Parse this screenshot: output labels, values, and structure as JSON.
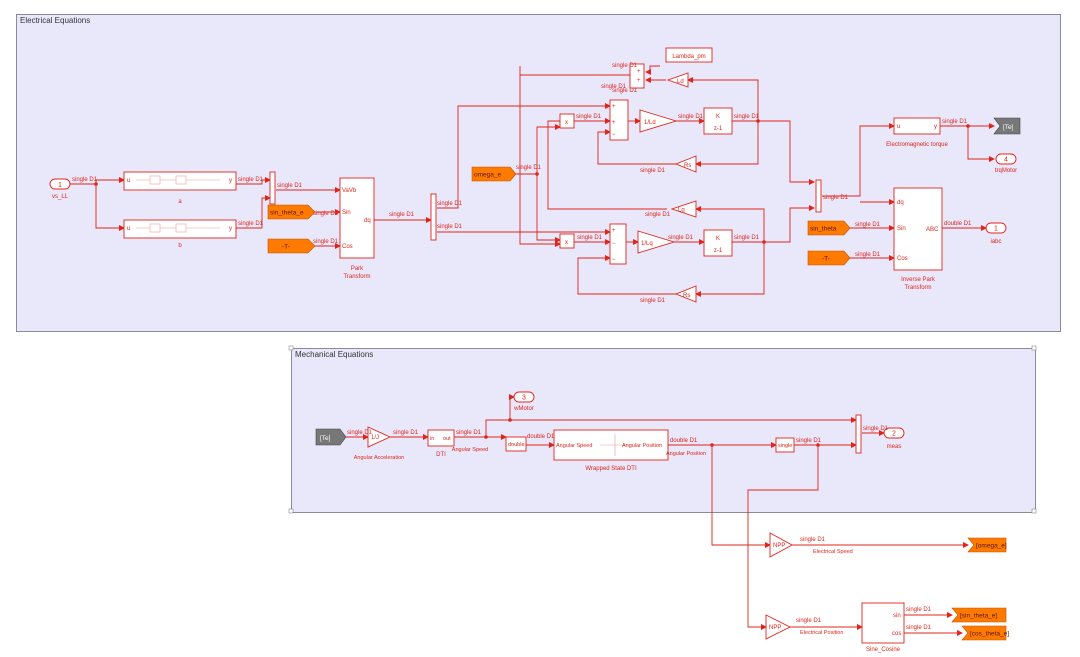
{
  "subsystems": {
    "electrical": {
      "title": "Electrical Equations"
    },
    "mechanical": {
      "title": "Mechanical Equations"
    }
  },
  "ports": {
    "in_vs": {
      "num": "1",
      "label": "vs_LL"
    },
    "out_iabc": {
      "num": "1",
      "label": "iabc"
    },
    "out_trq": {
      "num": "4",
      "label": "trqMotor"
    },
    "out_wmotor": {
      "num": "3",
      "label": "wMotor"
    },
    "out_meas": {
      "num": "2",
      "label": "meas"
    }
  },
  "tags": {
    "sin_theta_in": "sin_theta_e",
    "cos_const": "-T-",
    "omega_in": "omega_e",
    "sin_theta_inv": "sin_theta",
    "cos_inv": "-T-",
    "te_out": "[Te]",
    "te_in": "[Te]",
    "omega_goto": "[omega_e]",
    "sin_goto": "[sin_theta_e]",
    "cos_goto": "[cos_theta_e]"
  },
  "blocks": {
    "filter_a": {
      "label": "a",
      "in": "u",
      "out": "y"
    },
    "filter_b": {
      "label": "b",
      "in": "u",
      "out": "y"
    },
    "park": {
      "label1": "Park",
      "label2": "Transform",
      "p1": "VaVb",
      "p2": "Sin",
      "p3": "Cos",
      "out": "dq"
    },
    "lambda": "Lambda_pm",
    "ld_gain": "Ld",
    "lq_gain": "Lq",
    "inv_ld": "1/Ld",
    "inv_lq": "1/Lq",
    "rs_top": "Rs",
    "rs_bot": "Rs",
    "mult": "x",
    "k_label": "K",
    "z_label": "z-1",
    "torque": {
      "label": "Electromagnetic torque",
      "in": "u",
      "out": "y"
    },
    "inv_park": {
      "label1": "Inverse Park",
      "label2": "Transform",
      "p1": "dq",
      "p2": "Sin",
      "p3": "Cos",
      "out": "ABC"
    },
    "inv_j": "1/J",
    "accel_label": "Angular Acceleration",
    "dti": {
      "label": "DTI",
      "in": "in",
      "out": "out"
    },
    "speed_label": "Angular Speed",
    "double_conv": "double",
    "wrapped": {
      "label": "Wrapped State DTI",
      "in": "Angular Speed",
      "out": "Angular Position"
    },
    "position_label": "Angular Position",
    "single_conv": "single",
    "npp1": "NPP",
    "npp2": "NPP",
    "elec_speed": "Electrical Speed",
    "elec_position": "Electrical Position",
    "sine_cosine": {
      "label": "Sine_Cosine",
      "sin": "sin",
      "cos": "cos"
    }
  },
  "signals": {
    "single": "single D1",
    "double": "double D1"
  },
  "colors": {
    "line": "#e0241b",
    "area_bg": "#e8e8fa",
    "orange": "#ff7a00",
    "gray_tag": "#777777"
  }
}
